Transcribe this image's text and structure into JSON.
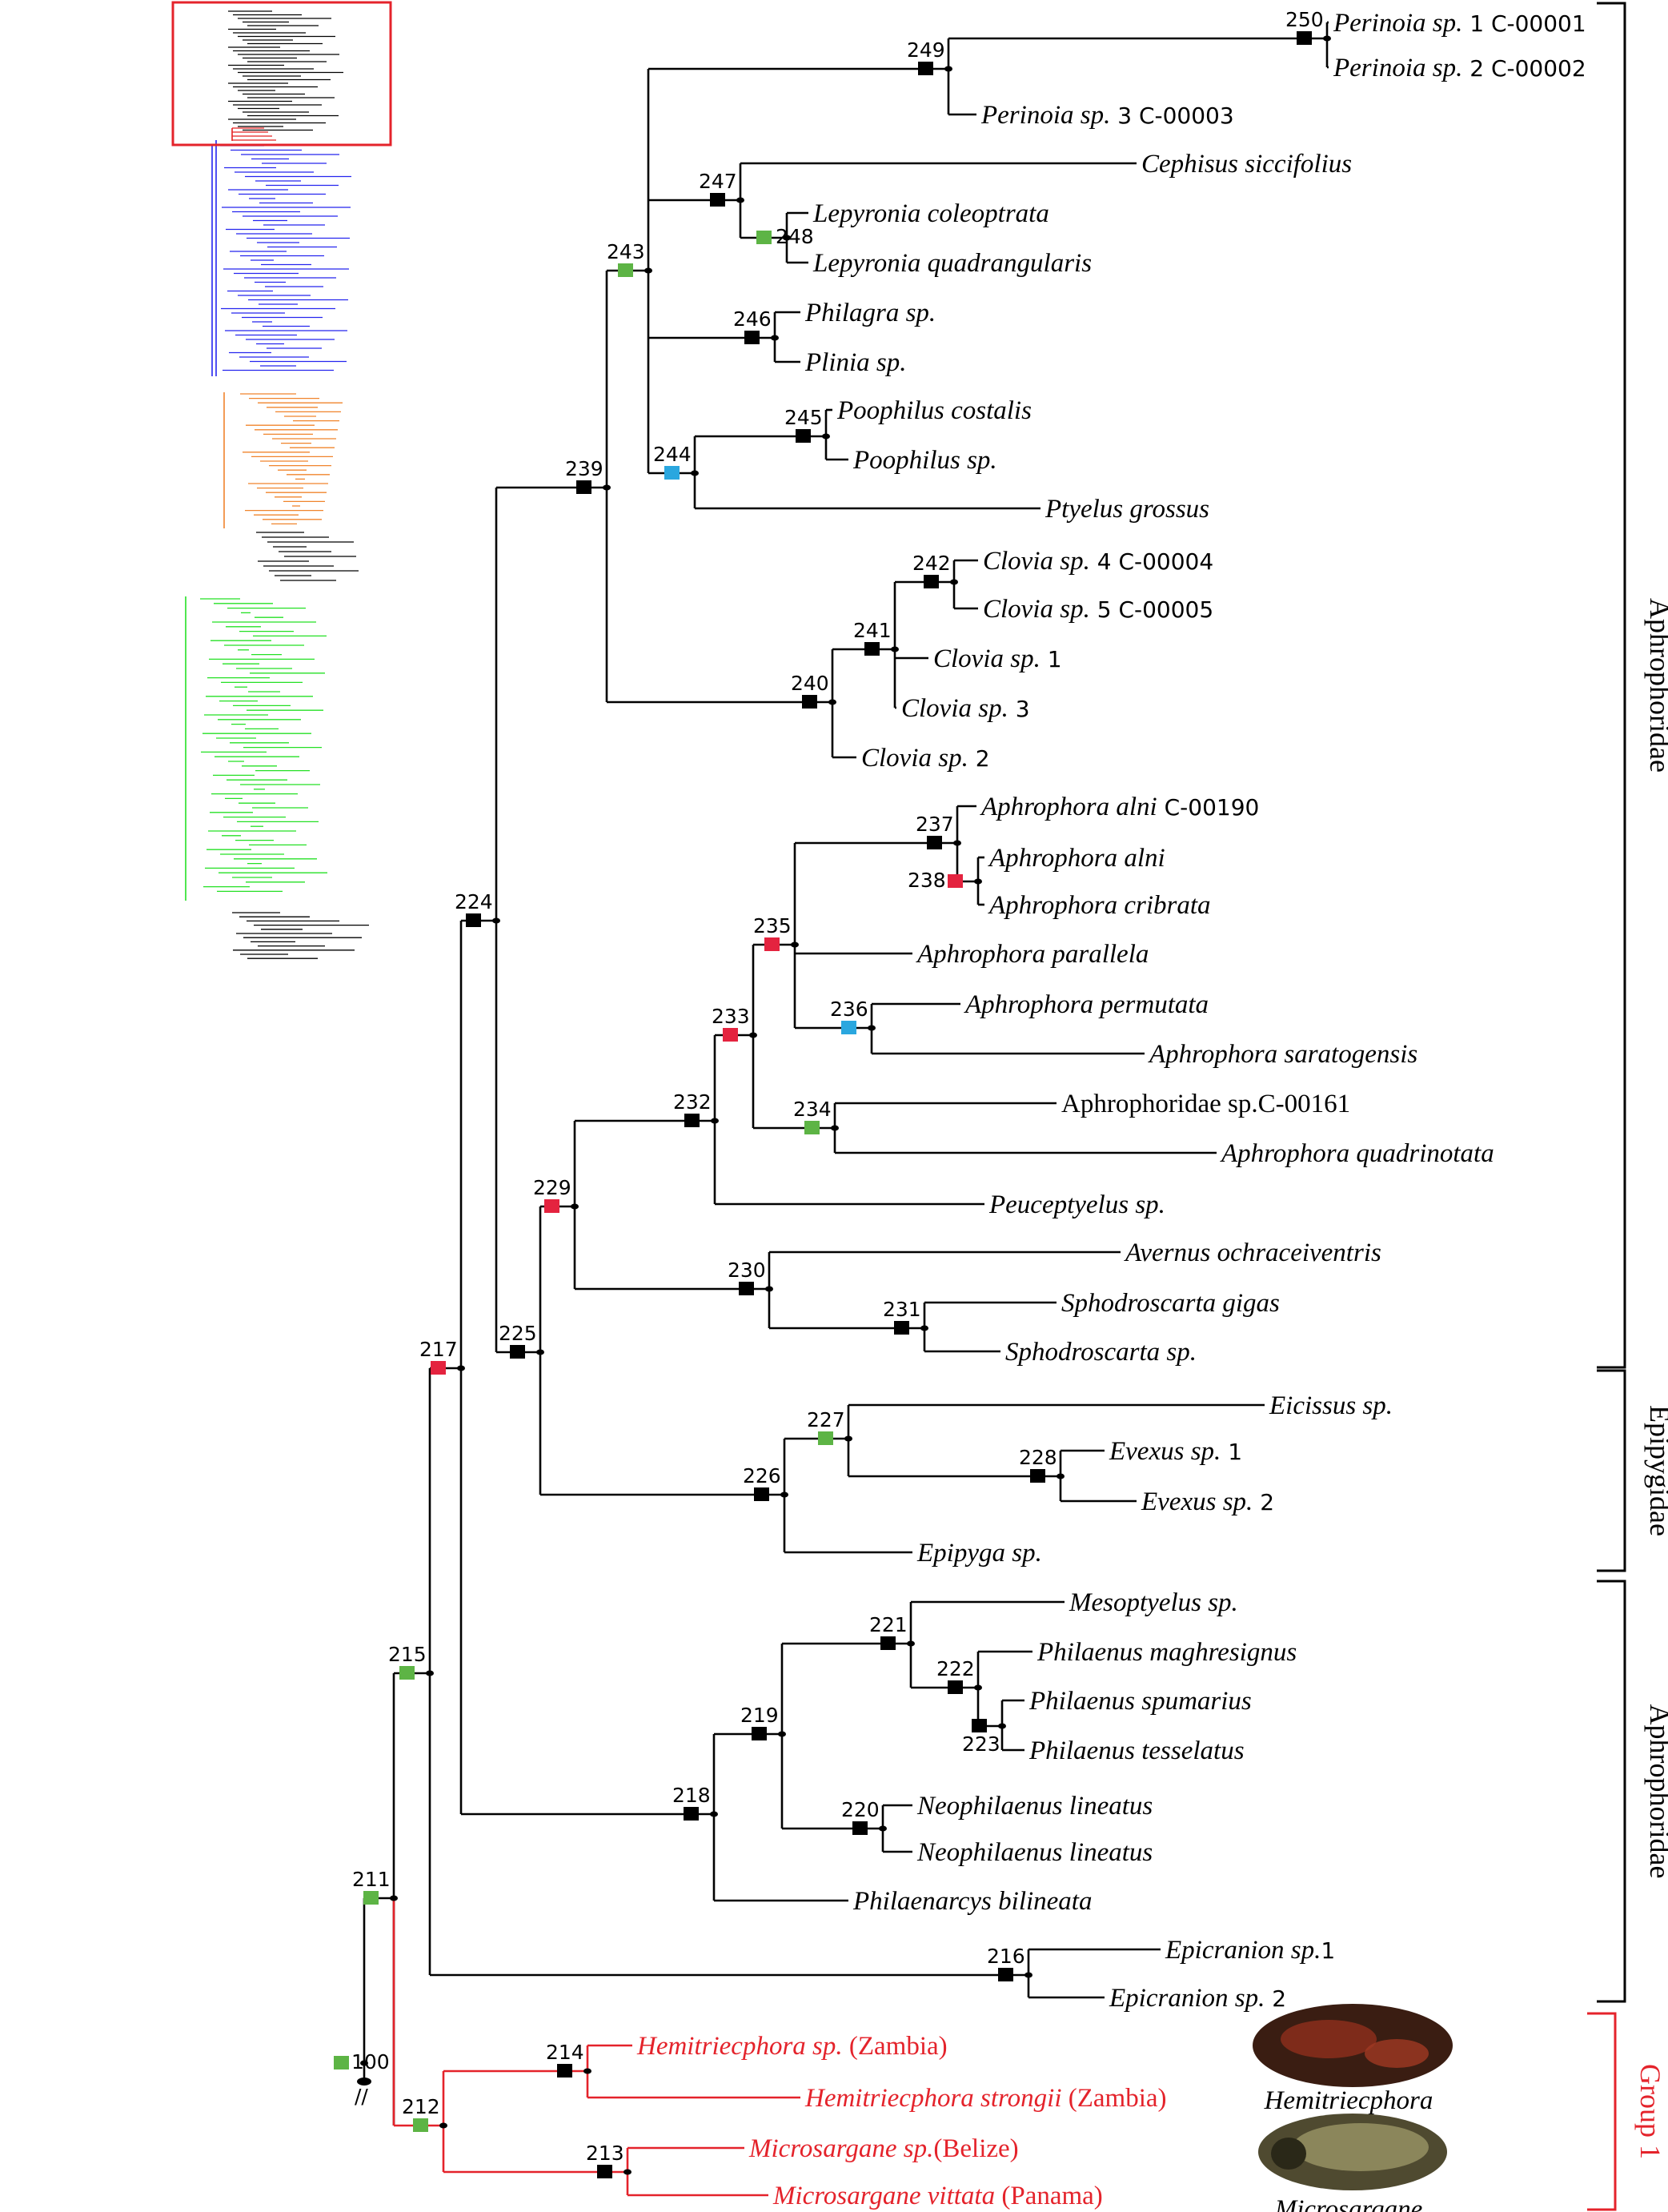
{
  "colors": {
    "branch": "#000000",
    "group1": "#e4232b",
    "box_black": "#000000",
    "box_green": "#5db445",
    "box_red": "#e4233f",
    "box_blue": "#2aa7df",
    "overview_blue": "#2525ee",
    "overview_orange": "#f0842c",
    "overview_green": "#24e024",
    "overview_red": "#e52222",
    "highlight_box": "#e4232b"
  },
  "taxa": [
    {
      "id": "perinoia1",
      "name": "Perinoia sp.",
      "suffix": " 1 C-00001",
      "color": "black"
    },
    {
      "id": "perinoia2",
      "name": "Perinoia sp.",
      "suffix": " 2 C-00002",
      "color": "black"
    },
    {
      "id": "perinoia3",
      "name": "Perinoia sp.",
      "suffix": " 3 C-00003",
      "color": "black"
    },
    {
      "id": "cephisus",
      "name": "Cephisus siccifolius",
      "suffix": "",
      "color": "black"
    },
    {
      "id": "lep_col",
      "name": "Lepyronia coleoptrata",
      "suffix": "",
      "color": "black"
    },
    {
      "id": "lep_quad",
      "name": "Lepyronia quadrangularis",
      "suffix": "",
      "color": "black"
    },
    {
      "id": "philagra",
      "name": "Philagra sp.",
      "suffix": "",
      "color": "black"
    },
    {
      "id": "plinia",
      "name": "Plinia sp.",
      "suffix": "",
      "color": "black"
    },
    {
      "id": "poo_cost",
      "name": "Poophilus costalis",
      "suffix": "",
      "color": "black"
    },
    {
      "id": "poo_sp",
      "name": "Poophilus sp.",
      "suffix": "",
      "color": "black"
    },
    {
      "id": "ptyelus",
      "name": "Ptyelus grossus",
      "suffix": "",
      "color": "black"
    },
    {
      "id": "clovia4",
      "name": "Clovia sp.",
      "suffix": " 4  C-00004",
      "color": "black"
    },
    {
      "id": "clovia5",
      "name": "Clovia sp.",
      "suffix": " 5 C-00005",
      "color": "black"
    },
    {
      "id": "clovia1",
      "name": "Clovia sp.",
      "suffix": " 1",
      "color": "black"
    },
    {
      "id": "clovia3",
      "name": "Clovia sp.",
      "suffix": " 3",
      "color": "black"
    },
    {
      "id": "clovia2",
      "name": "Clovia sp.",
      "suffix": " 2",
      "color": "black"
    },
    {
      "id": "aph_alni190",
      "name": "Aphrophora alni",
      "suffix": " C-00190",
      "color": "black"
    },
    {
      "id": "aph_alni",
      "name": "Aphrophora alni",
      "suffix": "",
      "color": "black"
    },
    {
      "id": "aph_crib",
      "name": "Aphrophora cribrata",
      "suffix": "",
      "color": "black"
    },
    {
      "id": "aph_par",
      "name": "Aphrophora parallela",
      "suffix": "",
      "color": "black"
    },
    {
      "id": "aph_perm",
      "name": "Aphrophora permutata",
      "suffix": "",
      "color": "black"
    },
    {
      "id": "aph_sara",
      "name": "Aphrophora saratogensis",
      "suffix": "",
      "color": "black"
    },
    {
      "id": "aph_161",
      "name": "",
      "suffix": "Aphrophoridae sp.C-00161",
      "color": "black"
    },
    {
      "id": "aph_quad",
      "name": "Aphrophora quadrinotata",
      "suffix": "",
      "color": "black"
    },
    {
      "id": "peucept",
      "name": "Peuceptyelus sp.",
      "suffix": "",
      "color": "black"
    },
    {
      "id": "avernus",
      "name": "Avernus ochraceiventris",
      "suffix": "",
      "color": "black"
    },
    {
      "id": "sph_gigas",
      "name": "Sphodroscarta gigas",
      "suffix": "",
      "color": "black"
    },
    {
      "id": "sph_sp",
      "name": "Sphodroscarta sp.",
      "suffix": "",
      "color": "black"
    },
    {
      "id": "eicissus",
      "name": "Eicissus sp.",
      "suffix": "",
      "color": "black"
    },
    {
      "id": "evexus1",
      "name": "Evexus sp.",
      "suffix": " 1",
      "color": "black"
    },
    {
      "id": "evexus2",
      "name": "Evexus sp.",
      "suffix": " 2",
      "color": "black"
    },
    {
      "id": "epipyga",
      "name": "Epipyga sp.",
      "suffix": "",
      "color": "black"
    },
    {
      "id": "mesopt",
      "name": "Mesoptyelus sp.",
      "suffix": "",
      "color": "black"
    },
    {
      "id": "phil_magh",
      "name": "Philaenus maghresignus",
      "suffix": "",
      "color": "black"
    },
    {
      "id": "phil_spum",
      "name": "Philaenus spumarius",
      "suffix": "",
      "color": "black"
    },
    {
      "id": "phil_tess",
      "name": "Philaenus tesselatus",
      "suffix": "",
      "color": "black"
    },
    {
      "id": "neo1",
      "name": "Neophilaenus lineatus",
      "suffix": "",
      "color": "black"
    },
    {
      "id": "neo2",
      "name": "Neophilaenus lineatus",
      "suffix": "",
      "color": "black"
    },
    {
      "id": "philaen",
      "name": "Philaenarcys bilineata",
      "suffix": "",
      "color": "black"
    },
    {
      "id": "epic1",
      "name": "Epicranion sp.",
      "suffix": "1",
      "color": "black"
    },
    {
      "id": "epic2",
      "name": "Epicranion sp.",
      "suffix": " 2",
      "color": "black"
    },
    {
      "id": "hemi_sp",
      "name": "Hemitriecphora sp.",
      "suffix": " (Zambia)",
      "color": "red"
    },
    {
      "id": "hemi_str",
      "name": "Hemitriecphora strongii",
      "suffix": " (Zambia)",
      "color": "red"
    },
    {
      "id": "micro_sp",
      "name": "Microsargane sp.",
      "suffix": "(Belize)",
      "color": "red"
    },
    {
      "id": "micro_vit",
      "name": "Microsargane vittata",
      "suffix": " (Panama)",
      "color": "red"
    }
  ],
  "nodes": [
    {
      "label": "100",
      "box": "green"
    },
    {
      "label": "211",
      "box": "green"
    },
    {
      "label": "212",
      "box": "green"
    },
    {
      "label": "213",
      "box": "black"
    },
    {
      "label": "214",
      "box": "black"
    },
    {
      "label": "215",
      "box": "green"
    },
    {
      "label": "216",
      "box": "black"
    },
    {
      "label": "217",
      "box": "red"
    },
    {
      "label": "218",
      "box": "black"
    },
    {
      "label": "219",
      "box": "black"
    },
    {
      "label": "220",
      "box": "black"
    },
    {
      "label": "221",
      "box": "black"
    },
    {
      "label": "222",
      "box": "black"
    },
    {
      "label": "223",
      "box": "black"
    },
    {
      "label": "224",
      "box": "black"
    },
    {
      "label": "225",
      "box": "black"
    },
    {
      "label": "226",
      "box": "black"
    },
    {
      "label": "227",
      "box": "green"
    },
    {
      "label": "228",
      "box": "black"
    },
    {
      "label": "229",
      "box": "red"
    },
    {
      "label": "230",
      "box": "black"
    },
    {
      "label": "231",
      "box": "black"
    },
    {
      "label": "232",
      "box": "black"
    },
    {
      "label": "233",
      "box": "red"
    },
    {
      "label": "234",
      "box": "green"
    },
    {
      "label": "235",
      "box": "red"
    },
    {
      "label": "236",
      "box": "blue"
    },
    {
      "label": "237",
      "box": "black"
    },
    {
      "label": "238",
      "box": "red"
    },
    {
      "label": "239",
      "box": "black"
    },
    {
      "label": "240",
      "box": "black"
    },
    {
      "label": "241",
      "box": "black"
    },
    {
      "label": "242",
      "box": "black"
    },
    {
      "label": "243",
      "box": "green"
    },
    {
      "label": "244",
      "box": "blue"
    },
    {
      "label": "245",
      "box": "black"
    },
    {
      "label": "246",
      "box": "black"
    },
    {
      "label": "247",
      "box": "black"
    },
    {
      "label": "248",
      "box": "green"
    },
    {
      "label": "249",
      "box": "black"
    },
    {
      "label": "250",
      "box": "black"
    }
  ],
  "clades": [
    {
      "id": "aphro_top",
      "label": "Aphrophoridae"
    },
    {
      "id": "epipygidae",
      "label": "Epipygidae"
    },
    {
      "id": "aphro_bottom",
      "label": "Aphrophoridae"
    },
    {
      "id": "group1",
      "label": "Group 1"
    }
  ],
  "photos": [
    {
      "id": "hemi",
      "caption": "Hemitriecphora"
    },
    {
      "id": "micro",
      "caption": "Microsargane"
    }
  ]
}
